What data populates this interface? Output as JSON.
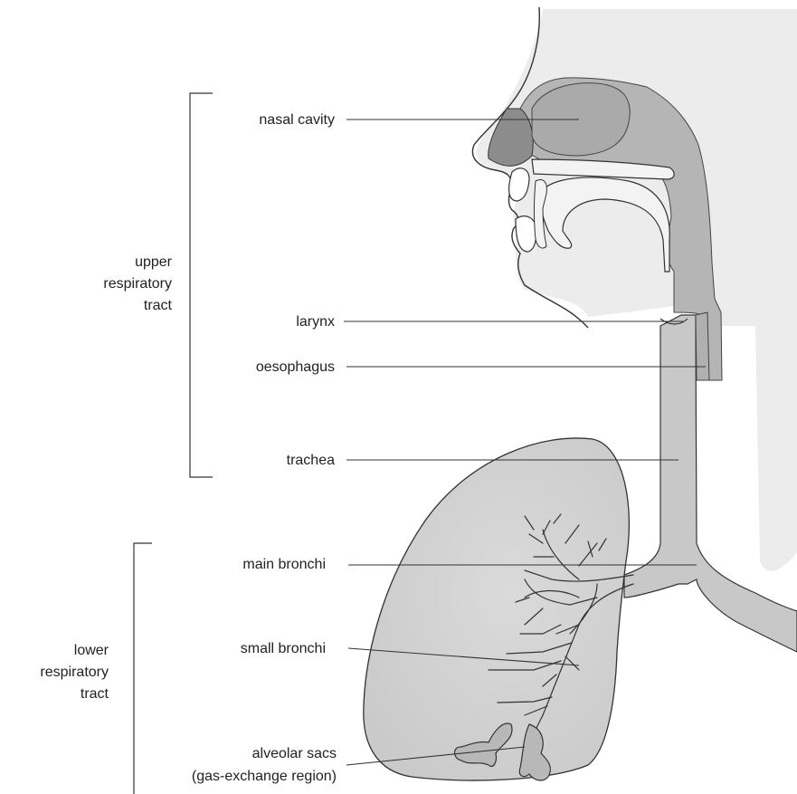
{
  "labels": {
    "nasal_cavity": "nasal cavity",
    "larynx": "larynx",
    "oesophagus": "oesophagus",
    "trachea": "trachea",
    "main_bronchi": "main bronchi",
    "small_bronchi": "small bronchi",
    "alveolar_sacs": "alveolar sacs",
    "gas_exchange": "(gas-exchange region)"
  },
  "groups": {
    "upper": [
      "upper",
      "respiratory",
      "tract"
    ],
    "lower": [
      "lower",
      "respiratory",
      "tract"
    ]
  },
  "colors": {
    "tissue": "#b5b5b5",
    "skin": "#e9e9e9",
    "lung": "#d4d4d4",
    "nasal_dark": "#8c8c8c",
    "outline": "#333333"
  }
}
